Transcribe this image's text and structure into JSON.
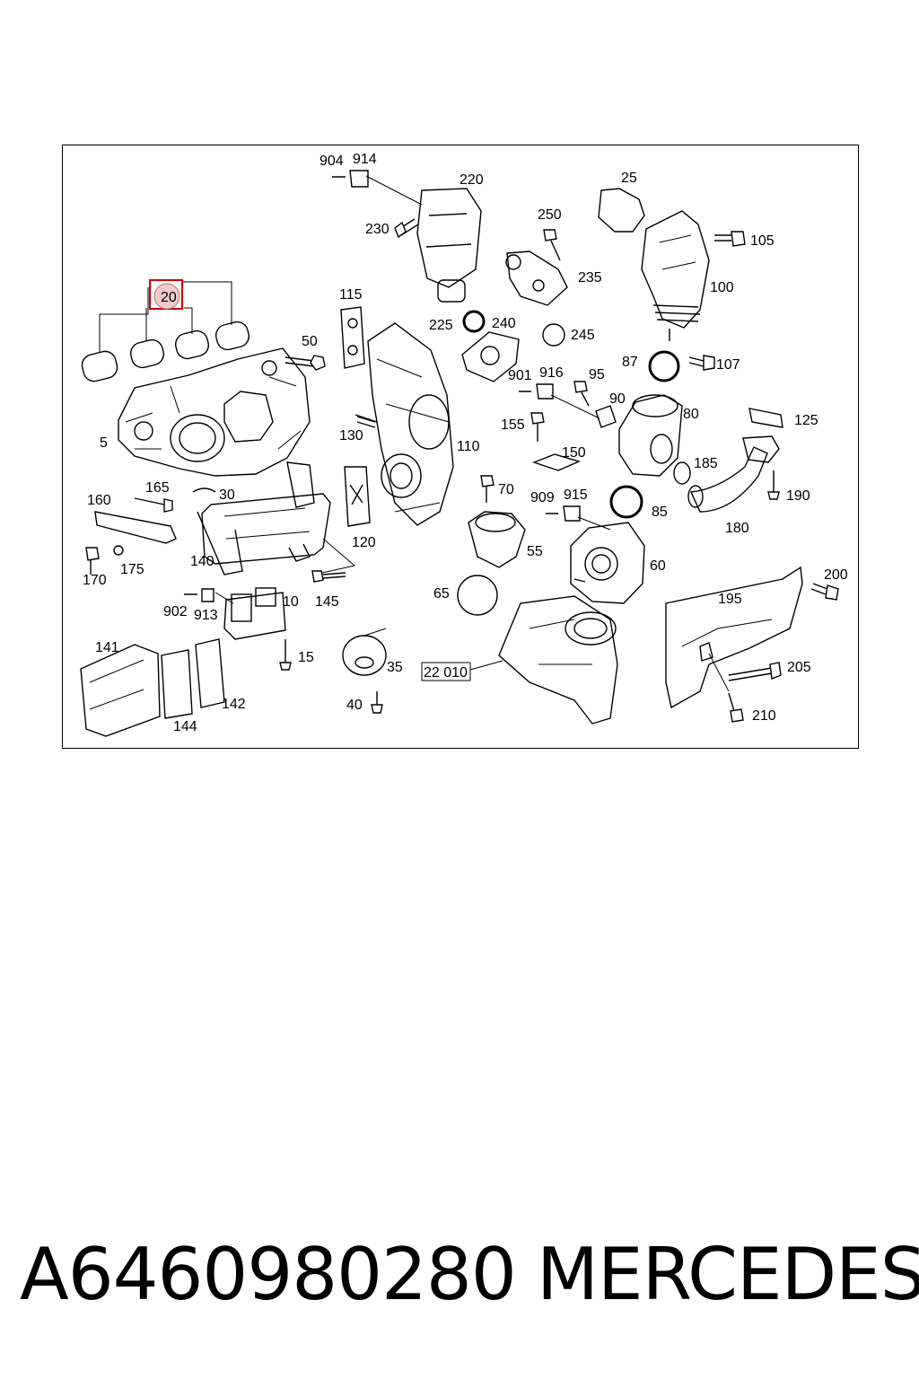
{
  "diagram": {
    "highlight_label": "20",
    "highlight_color": "#cc0000",
    "labels": [
      "904",
      "914",
      "220",
      "25",
      "230",
      "250",
      "105",
      "235",
      "100",
      "115",
      "20",
      "225",
      "240",
      "245",
      "50",
      "87",
      "107",
      "901",
      "916",
      "95",
      "90",
      "80",
      "125",
      "5",
      "130",
      "110",
      "155",
      "150",
      "185",
      "30",
      "165",
      "70",
      "909",
      "915",
      "190",
      "160",
      "85",
      "180",
      "120",
      "55",
      "60",
      "140",
      "175",
      "170",
      "145",
      "10",
      "65",
      "200",
      "195",
      "902",
      "913",
      "141",
      "15",
      "35",
      "22 010",
      "205",
      "142",
      "40",
      "144",
      "210"
    ]
  },
  "footer": {
    "part_number": "A6460980280",
    "brand": "MERCEDES"
  }
}
